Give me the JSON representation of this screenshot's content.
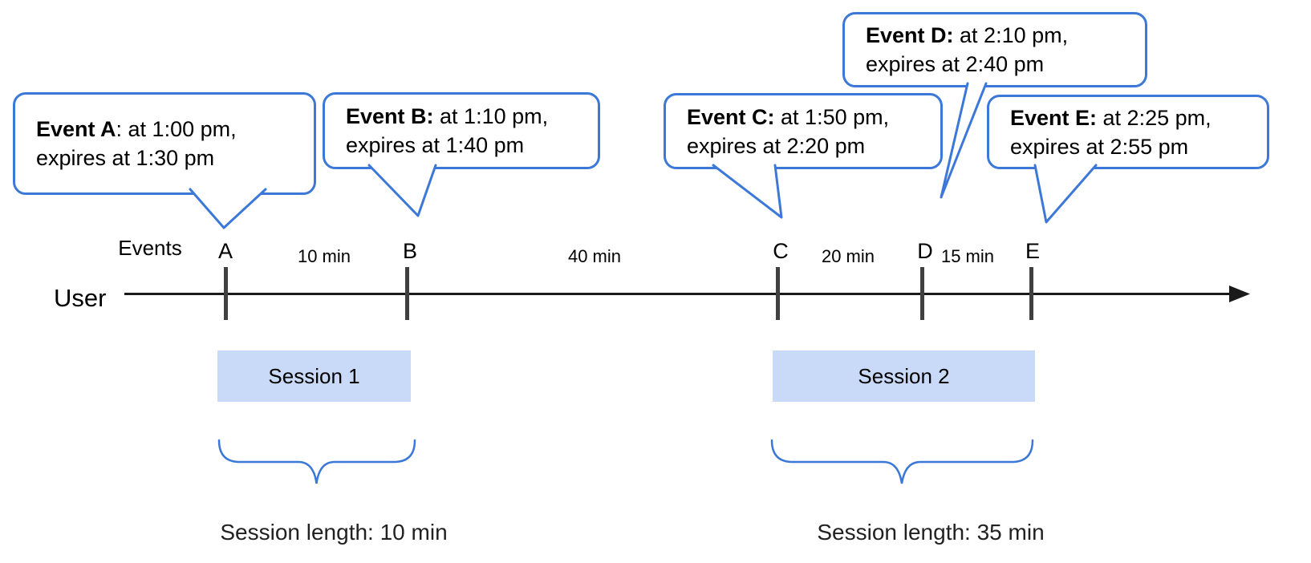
{
  "labels": {
    "events_axis": "Events",
    "user": "User"
  },
  "events": [
    {
      "letter": "A",
      "bold": "Event A",
      "rest": ": at 1:00 pm,",
      "line2": "expires at 1:30 pm"
    },
    {
      "letter": "B",
      "bold": "Event B:",
      "rest": " at 1:10 pm,",
      "line2": "expires at 1:40 pm"
    },
    {
      "letter": "C",
      "bold": "Event C:",
      "rest": " at 1:50 pm,",
      "line2": "expires at 2:20 pm"
    },
    {
      "letter": "D",
      "bold": "Event D:",
      "rest": " at 2:10 pm,",
      "line2": "expires at 2:40 pm"
    },
    {
      "letter": "E",
      "bold": "Event E:",
      "rest": " at 2:25 pm,",
      "line2": "expires at 2:55 pm"
    }
  ],
  "intervals": [
    "10 min",
    "40 min",
    "20 min",
    "15 min"
  ],
  "sessions": [
    {
      "label": "Session 1",
      "length": "Session length: 10 min"
    },
    {
      "label": "Session 2",
      "length": "Session length: 35 min"
    }
  ],
  "colors": {
    "bubble_border": "#3c78d8",
    "session_fill": "#c9daf8",
    "timeline": "#1a1a1a",
    "tick": "#404040",
    "text": "#000000"
  }
}
